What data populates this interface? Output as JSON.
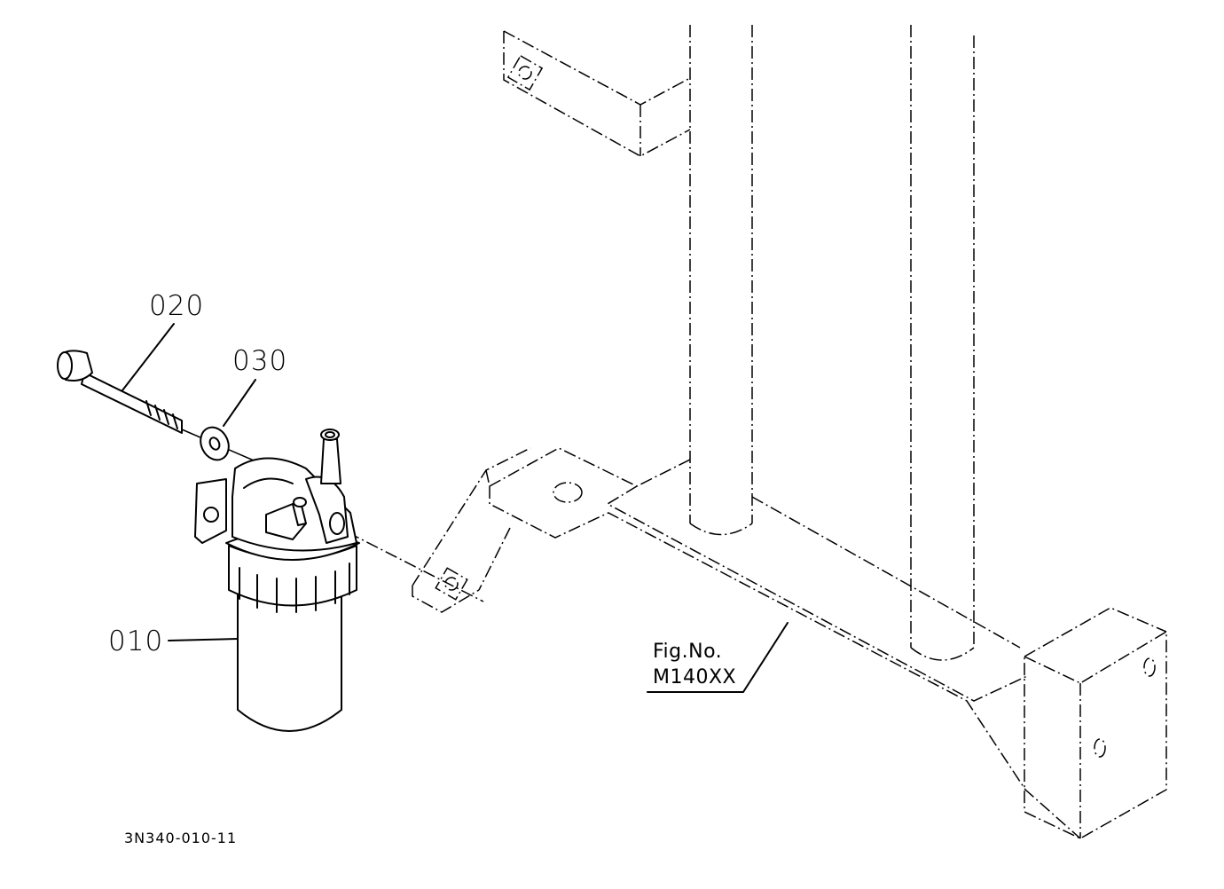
{
  "callouts": {
    "p010": "010",
    "p020": "020",
    "p030": "030"
  },
  "figure_ref": {
    "line1": "Fig.No.",
    "line2": "M140XX"
  },
  "drawing_id": "3N340-010-11"
}
